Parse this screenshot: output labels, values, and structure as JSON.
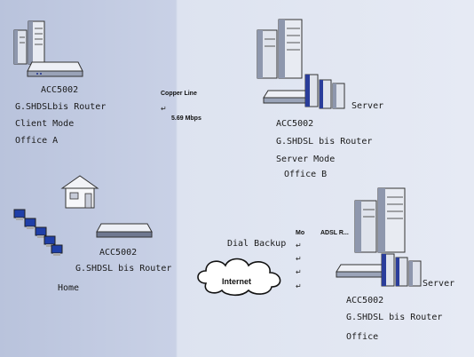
{
  "office_a": {
    "model": "ACC5002",
    "device": "G.SHDSLbis Router",
    "mode": "Client Mode",
    "site": "Office A"
  },
  "link": {
    "medium": "Copper Line",
    "speed": "5.69 Mbps"
  },
  "office_b": {
    "model": "ACC5002",
    "device": "G.SHDSL bis Router",
    "mode": "Server Mode",
    "site": "Office B",
    "server_label": "Server"
  },
  "home": {
    "model": "ACC5002",
    "device": "G.SHDSL bis Router",
    "site": "Home"
  },
  "internet_side": {
    "dial_backup": "Dial Backup",
    "adsl_label": "ADSL R...",
    "mo_label": "Mo",
    "cloud_label": "Internet"
  },
  "office": {
    "model": "ACC5002",
    "device": "G.SHDSL bis Router",
    "site": "Office",
    "server_label": "Server"
  },
  "colors": {
    "left_panel": "#c9d1e6",
    "right_panel": "#e6eaf4",
    "server_body": "#dfe3ec",
    "server_shade": "#8e97ad",
    "accent_blue": "#2a3d9a"
  }
}
